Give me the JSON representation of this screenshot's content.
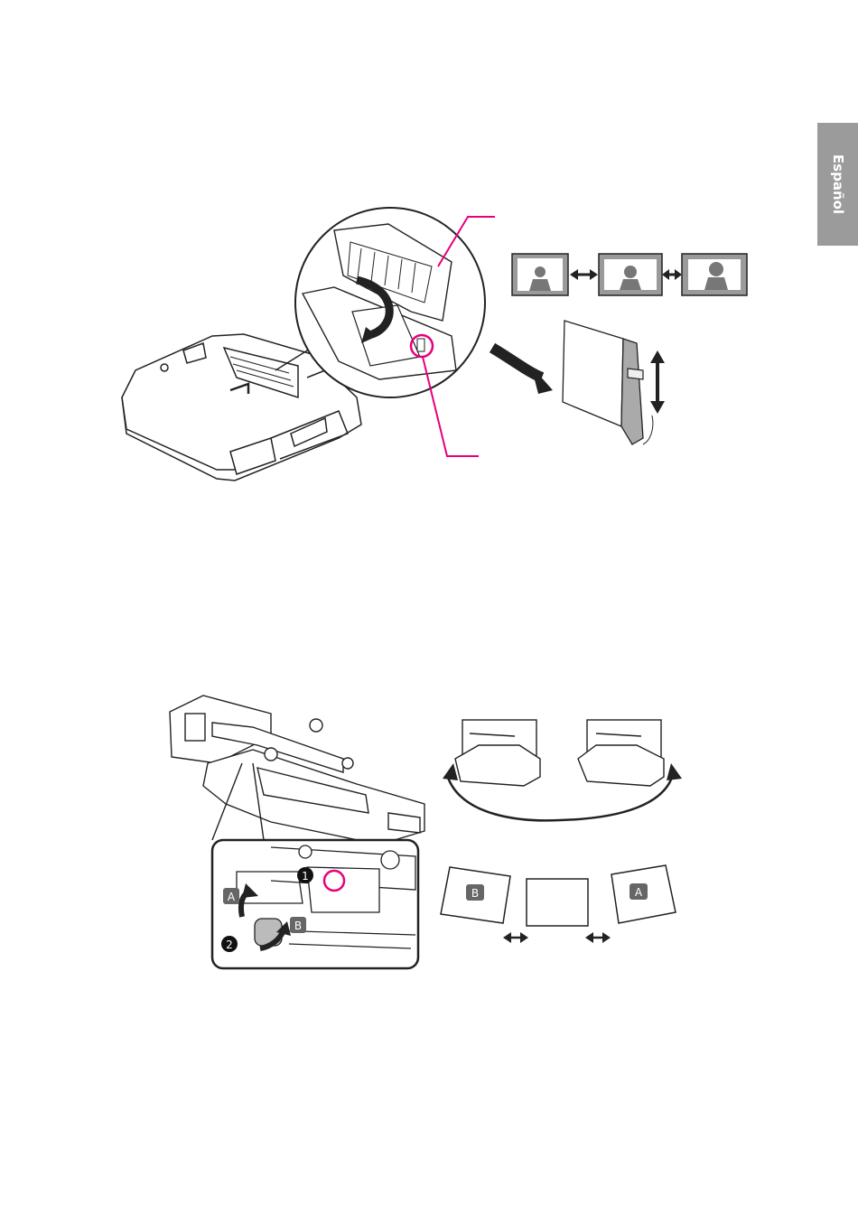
{
  "language_tab": {
    "label": "Español"
  },
  "figure2": {
    "labels": {
      "a_tag": "A",
      "b_tag": "B",
      "step1": "1",
      "step2": "2",
      "screen_left": "B",
      "screen_right": "A"
    }
  },
  "colors": {
    "accent": "#e6007e",
    "tab": "#9b9b9b",
    "line": "#222222"
  }
}
